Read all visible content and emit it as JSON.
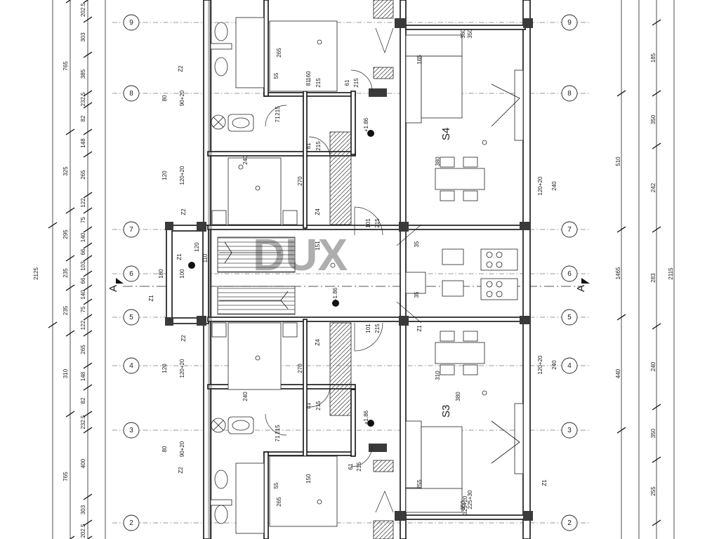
{
  "grid_axes": [
    {
      "label": "9"
    },
    {
      "label": "8"
    },
    {
      "label": "7"
    },
    {
      "label": "6"
    },
    {
      "label": "5"
    },
    {
      "label": "4"
    },
    {
      "label": "3"
    },
    {
      "label": "2"
    }
  ],
  "rooms": {
    "upper": "S4",
    "lower": "S3"
  },
  "section_marker": "A",
  "left_chain_inner": [
    "202.5",
    "303",
    "385",
    "232.5",
    "82",
    "148",
    "265",
    "122",
    "75",
    "140",
    "66",
    "103",
    "66",
    "140",
    "75",
    "122",
    "265",
    "148",
    "82",
    "232.5",
    "400",
    "303",
    "202.5"
  ],
  "left_chain_mid": [
    "765",
    "325",
    "295",
    "235",
    "235",
    "310",
    "765"
  ],
  "left_chain_outer": [
    "2125"
  ],
  "right_chain_inner": [
    "185",
    "350",
    "242",
    "283",
    "240",
    "350",
    "255"
  ],
  "right_chain_mid": [
    "510",
    "1465",
    "440"
  ],
  "right_chain_outer": [
    "2115"
  ],
  "doors": [
    "90+20",
    "80",
    "120+20",
    "120",
    "100",
    "180",
    "120+20",
    "120",
    "90+20",
    "80",
    "120+20",
    "240",
    "120+20",
    "240"
  ],
  "small_dims": [
    "71",
    "215",
    "81",
    "215",
    "81",
    "215",
    "101",
    "215",
    "101",
    "215",
    "81",
    "215",
    "71",
    "215",
    "61",
    "215",
    "61",
    "215",
    "35",
    "35",
    "151",
    "120",
    "110",
    "160",
    "55",
    "150",
    "55"
  ],
  "room_dims": [
    "265",
    "240",
    "270",
    "240",
    "270",
    "265",
    "380",
    "380",
    "310",
    "380",
    "185",
    "255",
    "350",
    "350",
    "225+30",
    "325+20"
  ],
  "level_marks": [
    "+1.86",
    "+1.86",
    "+1.86"
  ],
  "labels": [
    "Z2",
    "Z2",
    "Z4",
    "Z4",
    "Z2",
    "Z2",
    "Z1",
    "Z1",
    "Z1",
    "Z1"
  ],
  "watermark": "DUX"
}
